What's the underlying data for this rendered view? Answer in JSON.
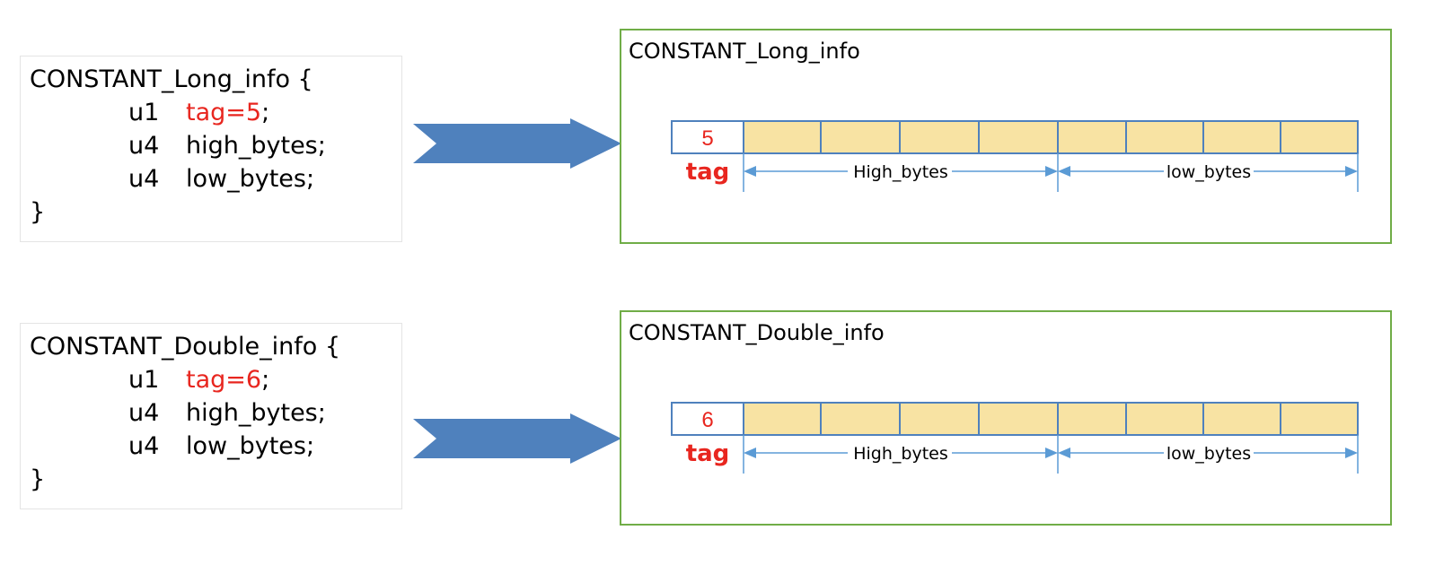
{
  "blocks": [
    {
      "code": {
        "header": "CONSTANT_Long_info {",
        "tag_type": "u1",
        "tag_value": "tag=5",
        "tag_semicolon": ";",
        "high_type": "u4",
        "high_name": "high_bytes;",
        "low_type": "u4",
        "low_name": "low_bytes;",
        "close": "}"
      },
      "diagram": {
        "title": "CONSTANT_Long_info",
        "tag_value": "5",
        "tag_label": "tag",
        "high_label": "High_bytes",
        "low_label": "low_bytes"
      }
    },
    {
      "code": {
        "header": "CONSTANT_Double_info {",
        "tag_type": "u1",
        "tag_value": "tag=6",
        "tag_semicolon": ";",
        "high_type": "u4",
        "high_name": "high_bytes;",
        "low_type": "u4",
        "low_name": "low_bytes;",
        "close": "}"
      },
      "diagram": {
        "title": "CONSTANT_Double_info",
        "tag_value": "6",
        "tag_label": "tag",
        "high_label": "High_bytes",
        "low_label": "low_bytes"
      }
    }
  ],
  "colors": {
    "tag_red": "#e8261f",
    "arrow_blue": "#4f81bd",
    "byte_fill": "#f8e3a3",
    "cell_border": "#4f81bd",
    "dimension_line": "#5b9bd5",
    "box_border_green": "#70ad47"
  },
  "icons": {
    "arrow": "right-block-arrow-icon"
  }
}
